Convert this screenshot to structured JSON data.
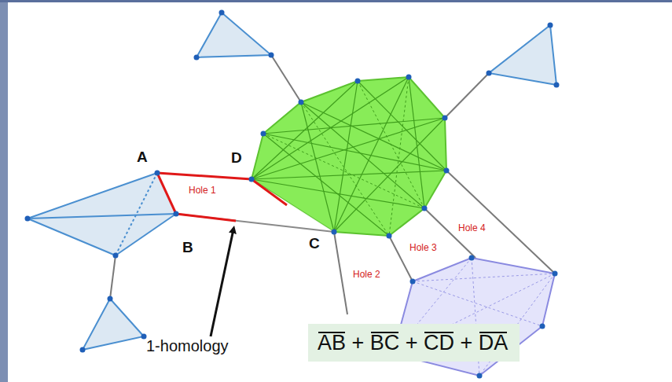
{
  "diagram": {
    "nodes": [
      {
        "text": [
          "AB + BC + CD + DA"
        ]
      }
    ],
    "labels": [
      "A",
      "D",
      "B",
      "C",
      "Hole 1",
      "Hole 2",
      "Hole 3",
      "Hole 4",
      "1-homology"
    ]
  }
}
